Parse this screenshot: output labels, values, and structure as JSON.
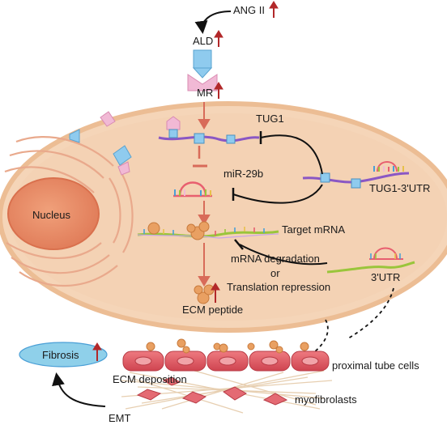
{
  "labels": {
    "ang_ii": "ANG II",
    "ald": "ALD",
    "mr": "MR",
    "tug1": "TUG1",
    "mir29b": "miR-29b",
    "tug1_3utr": "TUG1-3'UTR",
    "nucleus": "Nucleus",
    "target_mrna": "Target mRNA",
    "mrna_degradation": "mRNA degradation",
    "or": "or",
    "translation_repression": "Translation repression",
    "utr3": "3'UTR",
    "ecm_peptide": "ECM peptide",
    "fibrosis": "Fibrosis",
    "ecm_deposition": "ECM deposition",
    "proximal_tube_cells": "proximal tube cells",
    "myofibrolasts": "myofibrolasts",
    "emt": "EMT"
  },
  "colors": {
    "cell_fill": "#f3d2b3",
    "cell_border": "#e9b88d",
    "nucleus": "#e88a64",
    "up_arrow": "#b2282a",
    "pathway_arrow": "#d96f5c",
    "rna_purple": "#8a57c4",
    "rna_green": "#9ac53b",
    "receptor_blue": "#7fc3e8",
    "receptor_pink": "#efb6d2",
    "fibrosis_fill": "#8fd0ea",
    "tube_cell": "#e25a63",
    "myofibroblast": "#e46a73"
  }
}
